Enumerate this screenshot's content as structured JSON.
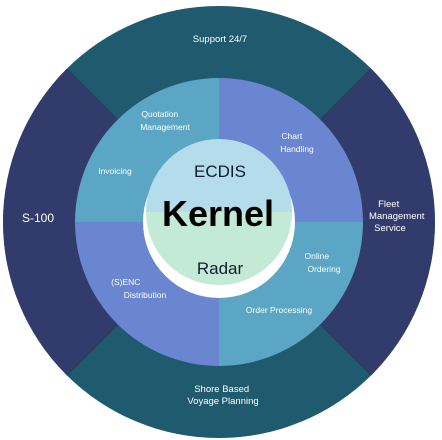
{
  "diagram": {
    "outer_ring": {
      "top": "Support 24/7",
      "right": [
        "Fleet",
        "Management",
        "Service"
      ],
      "bottom": [
        "Shore Based",
        "Voyage Planning"
      ],
      "left": "S-100"
    },
    "inner_segments": {
      "quotation": [
        "Quotation",
        "Management"
      ],
      "invoicing": "Invoicing",
      "chart_handling": [
        "Chart",
        "Handling"
      ],
      "online_ordering": [
        "Online",
        "Ordering"
      ],
      "order_processing": "Order Processing",
      "senc_distribution": [
        "(S)ENC",
        "Distribution"
      ]
    },
    "core": {
      "top": "ECDIS",
      "center": "Kernel",
      "bottom": "Radar"
    },
    "colors": {
      "outer_teal": "#1f5a6e",
      "outer_navy": "#323c6c",
      "divider": "#2c3e62",
      "quadrant_teal": "#5aa6c4",
      "quadrant_blue": "#6a86d0",
      "core_top": "#b4dcea",
      "core_bottom": "#c2ead6",
      "core_ring": "#ffffff"
    }
  }
}
